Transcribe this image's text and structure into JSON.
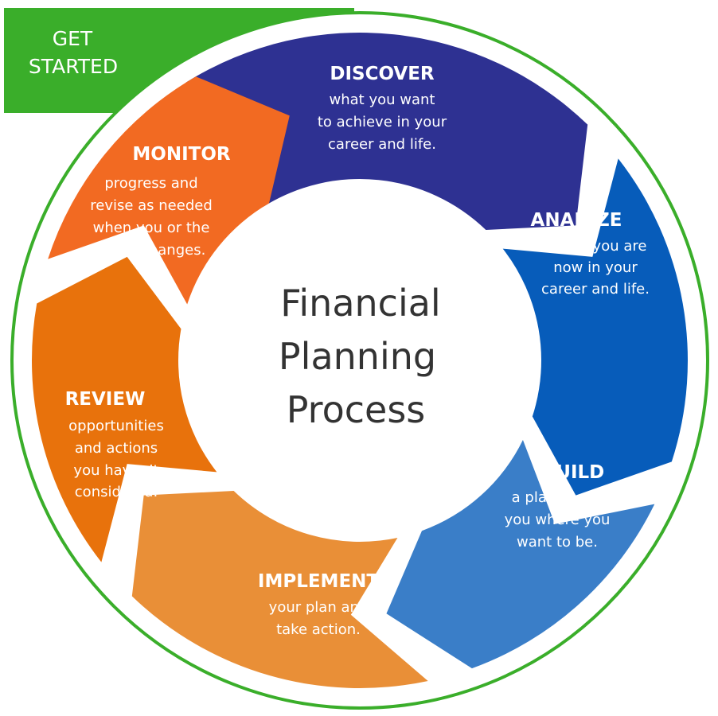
{
  "get_started": {
    "lines": [
      "GET",
      "STARTED"
    ],
    "color": "#3aae2a"
  },
  "ring_color": "#3aae2a",
  "center_title": [
    "Financial",
    "Planning",
    "Process"
  ],
  "steps": [
    {
      "title": "DISCOVER",
      "lines": [
        "what you want",
        "to achieve in your",
        "career and life."
      ],
      "color": "#2e3192"
    },
    {
      "title": "ANALYZE",
      "lines": [
        "where you are",
        "now in your",
        "career and life."
      ],
      "color": "#075cba"
    },
    {
      "title": "BUILD",
      "lines": [
        "a plan to get",
        "you where you",
        "want to be."
      ],
      "color": "#3a7ec8"
    },
    {
      "title": "IMPLEMENT",
      "lines": [
        "your plan and",
        "take action."
      ],
      "color": "#e98f37"
    },
    {
      "title": "REVIEW",
      "lines": [
        "opportunities",
        "and actions",
        "you haven’t",
        "considered."
      ],
      "color": "#e8720c"
    },
    {
      "title": "MONITOR",
      "lines": [
        "progress and",
        "revise as needed",
        "when you or the",
        "world changes."
      ],
      "color": "#f26a22"
    }
  ]
}
